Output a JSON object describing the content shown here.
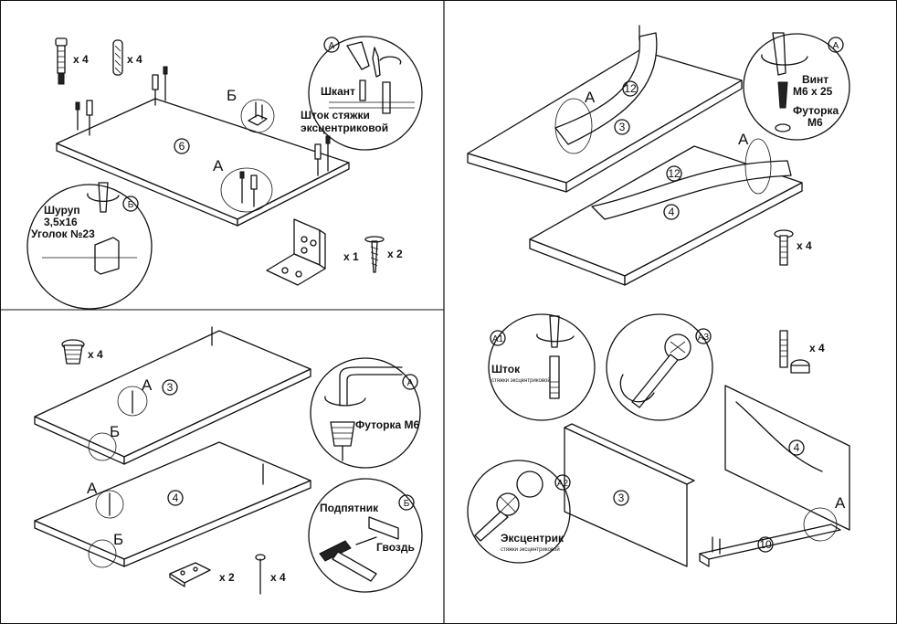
{
  "panels": {
    "top_left": {
      "part": "6",
      "qty_dowel_screw": "x 4",
      "qty_dowel": "x 4",
      "callout_a": "А",
      "callout_b": "Б",
      "detail_a_letter": "А",
      "detail_a_label1": "Шкант",
      "detail_a_label2": "Шток стяжки",
      "detail_a_label3": "эксцентриковой",
      "detail_b_letter": "Б",
      "detail_b_label1": "Шуруп",
      "detail_b_label2": "3,5х16",
      "detail_b_label3": "Уголок №23",
      "qty_corner": "x 1",
      "qty_screw": "x 2"
    },
    "top_right": {
      "part_top": "3",
      "part_bottom": "4",
      "arch_top": "12",
      "arch_bottom": "12",
      "callout_a_top": "А",
      "callout_a_bottom": "А",
      "detail_letter": "А",
      "label_screw1": "Винт",
      "label_screw2": "М6 х 25",
      "label_nut1": "Футорка",
      "label_nut2": "М6",
      "qty_screw": "x 4"
    },
    "bottom_left": {
      "qty_nut": "x 4",
      "part_top": "3",
      "part_bottom": "4",
      "callout_a_top": "А",
      "callout_b_top": "Б",
      "callout_a_bottom": "А",
      "callout_b_bottom": "Б",
      "detail_a_letter": "А",
      "detail_a_label": "Футорка М6",
      "detail_b_letter": "Б",
      "detail_b_label1": "Подпятник",
      "detail_b_label2": "Гвоздь",
      "qty_foot": "x 2",
      "qty_nail": "x 4"
    },
    "bottom_right": {
      "detail_a1": "А1",
      "detail_a1_label1": "Шток",
      "detail_a1_label2": "стяжки эксцентриковой",
      "detail_a3": "А3",
      "qty_fitting": "x 4",
      "detail_a2": "А2",
      "detail_a2_label1": "Эксцентрик",
      "detail_a2_label2": "стяжки эксцентриковой",
      "part_left": "3",
      "part_right": "4",
      "part_base": "10",
      "callout_a": "А"
    }
  }
}
